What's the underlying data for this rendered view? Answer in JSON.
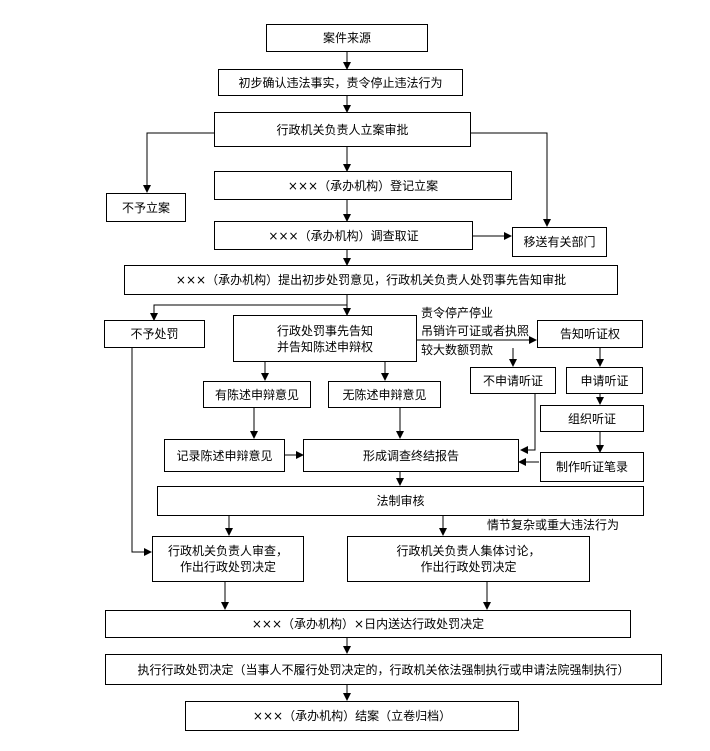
{
  "nodes": {
    "source": "案件来源",
    "preliminary": "初步确认违法事实，责令停止违法行为",
    "approval": "行政机关负责人立案审批",
    "no_filing": "不予立案",
    "register": "×××（承办机构）登记立案",
    "investigate": "×××（承办机构）调查取证",
    "transfer": "移送有关部门",
    "proposal": "×××（承办机构）提出初步处罚意见，行政机关负责人处罚事先告知审批",
    "no_penalty": "不予处罚",
    "notice_1": "行政处罚事先告知",
    "notice_2": "并告知陈述申辩权",
    "inform_hearing": "告知听证权",
    "no_hearing": "不申请听证",
    "apply_hearing": "申请听证",
    "has_defense": "有陈述申辩意见",
    "no_defense": "无陈述申辩意见",
    "organize_hearing": "组织听证",
    "record_defense": "记录陈述申辩意见",
    "final_report": "形成调查终结报告",
    "hearing_notes": "制作听证笔录",
    "legal_review": "法制审核",
    "head_review_1": "行政机关负责人审查，",
    "head_review_2": "作出行政处罚决定",
    "collective_1": "行政机关负责人集体讨论，",
    "collective_2": "作出行政处罚决定",
    "serve": "×××（承办机构）×日内送达行政处罚决定",
    "execute": "执行行政处罚决定（当事人不履行处罚决定的，行政机关依法强制执行或申请法院强制执行）",
    "close": "×××（承办机构）结案（立卷归档）"
  },
  "labels": {
    "suspend": "责令停产停业",
    "revoke": "吊销许可证或者执照",
    "large_fine": "较大数额罚款",
    "complex": "情节复杂或重大违法行为"
  }
}
